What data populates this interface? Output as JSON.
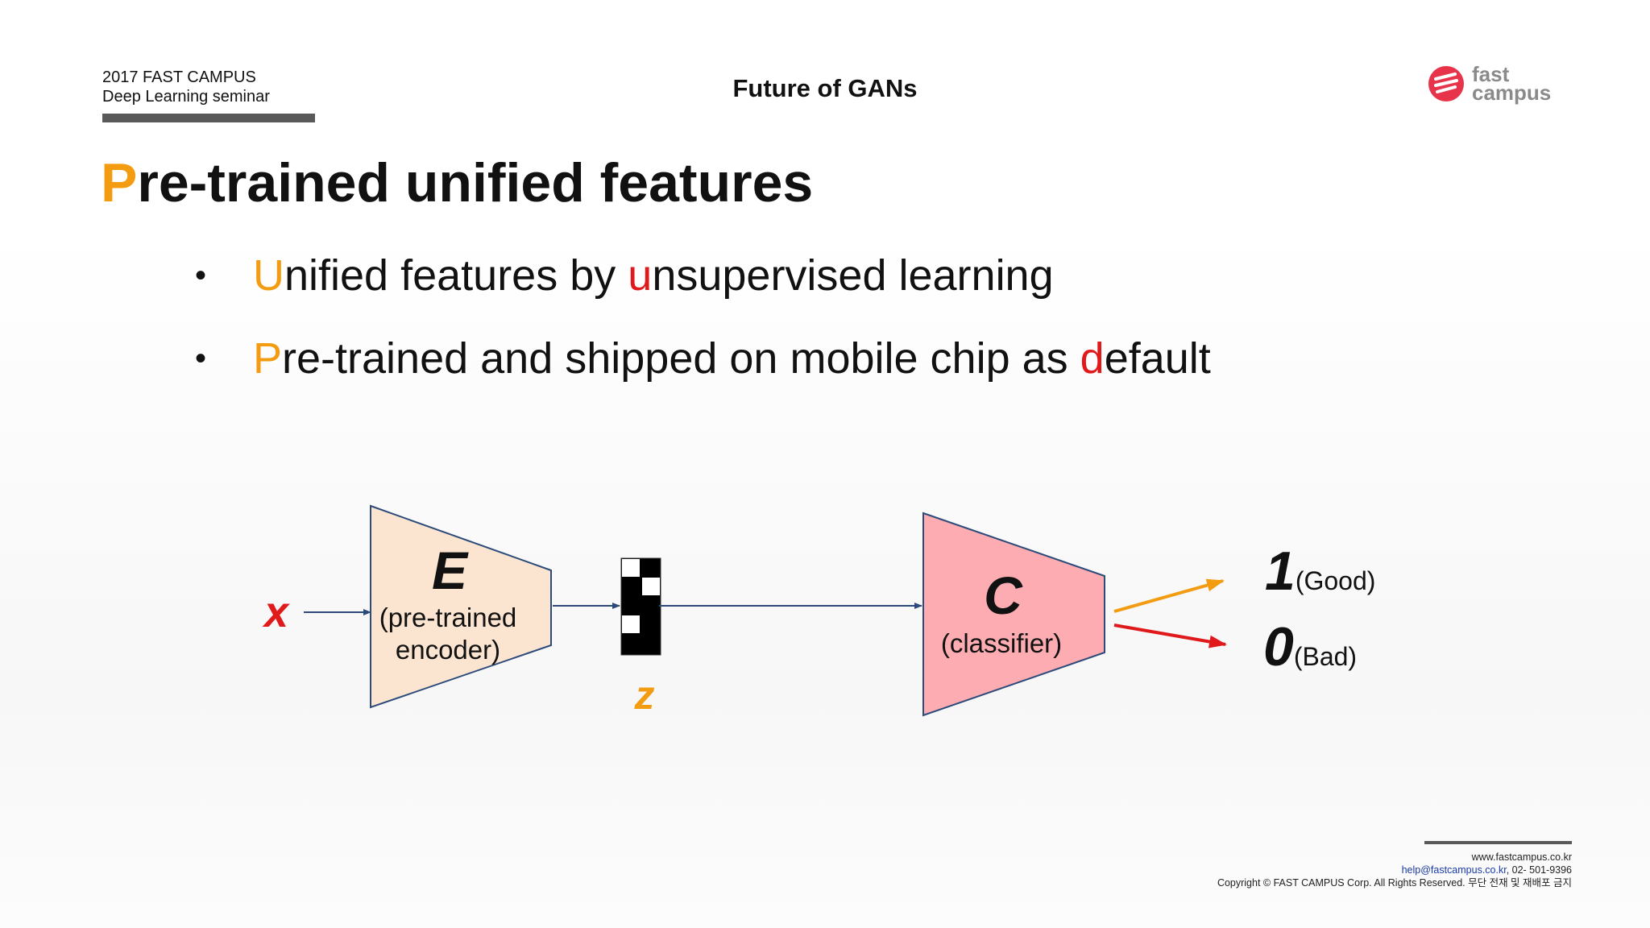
{
  "header": {
    "line1": "2017 FAST CAMPUS",
    "line2": "Deep Learning seminar",
    "center_title": "Future of GANs"
  },
  "logo": {
    "line1": "fast",
    "line2": "campus",
    "icon": "fastcampus-logo-icon",
    "color": "#e8344a"
  },
  "title": {
    "accent": "P",
    "rest": "re-trained unified features"
  },
  "bullets": [
    {
      "accent1": "U",
      "text1": "nified features by ",
      "accent2": "u",
      "text2": "nsupervised learning"
    },
    {
      "accent1": "P",
      "text1": "re-trained and shipped on mobile chip as ",
      "accent2": "d",
      "text2": "efault"
    }
  ],
  "bullet_symbol": "•",
  "diagram": {
    "input_label": "x",
    "encoder": {
      "letter": "E",
      "line1": "(pre-trained",
      "line2": "encoder)",
      "fill": "#fbe5d0"
    },
    "latent_label": "z",
    "classifier": {
      "letter": "C",
      "line1": "(classifier)",
      "fill": "#fdadb2"
    },
    "outputs": [
      {
        "value": "1",
        "label": "(Good)",
        "arrow_color": "#f39c12"
      },
      {
        "value": "0",
        "label": "(Bad)",
        "arrow_color": "#e0191b"
      }
    ]
  },
  "colors": {
    "accent_orange": "#f39c12",
    "accent_red": "#e0191b",
    "arrow_blue": "#2c4a7a"
  },
  "footer": {
    "website": "www.fastcampus.co.kr",
    "email": "help@fastcampus.co.kr",
    "phone": ", 02- 501-9396",
    "copyright": "Copyright © FAST CAMPUS Corp.  All Rights Reserved. 무단 전재 및 재배포 금지"
  }
}
